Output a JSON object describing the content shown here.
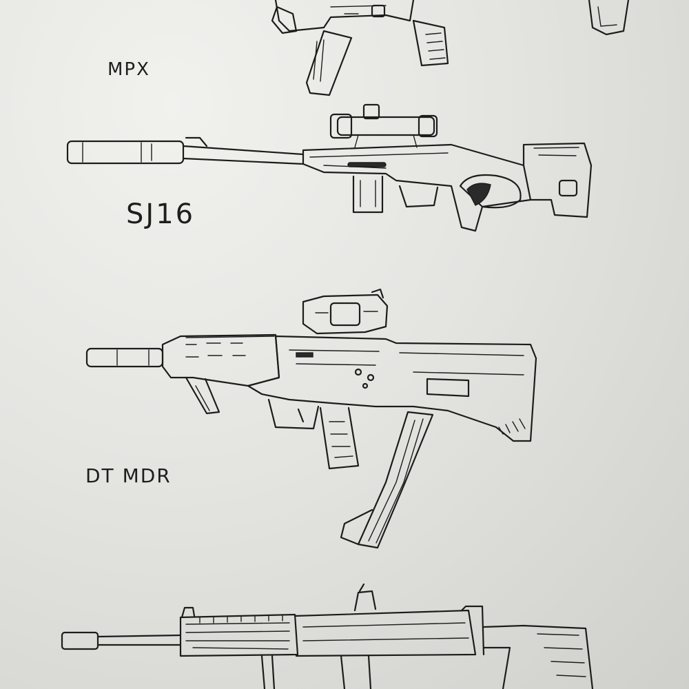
{
  "labels": {
    "mpx": "MPX",
    "sj16": "SJ16",
    "dt_mdr": "DT MDR"
  },
  "colors": {
    "paper": "#e4e4e1",
    "ink": "#1c1c1c"
  }
}
